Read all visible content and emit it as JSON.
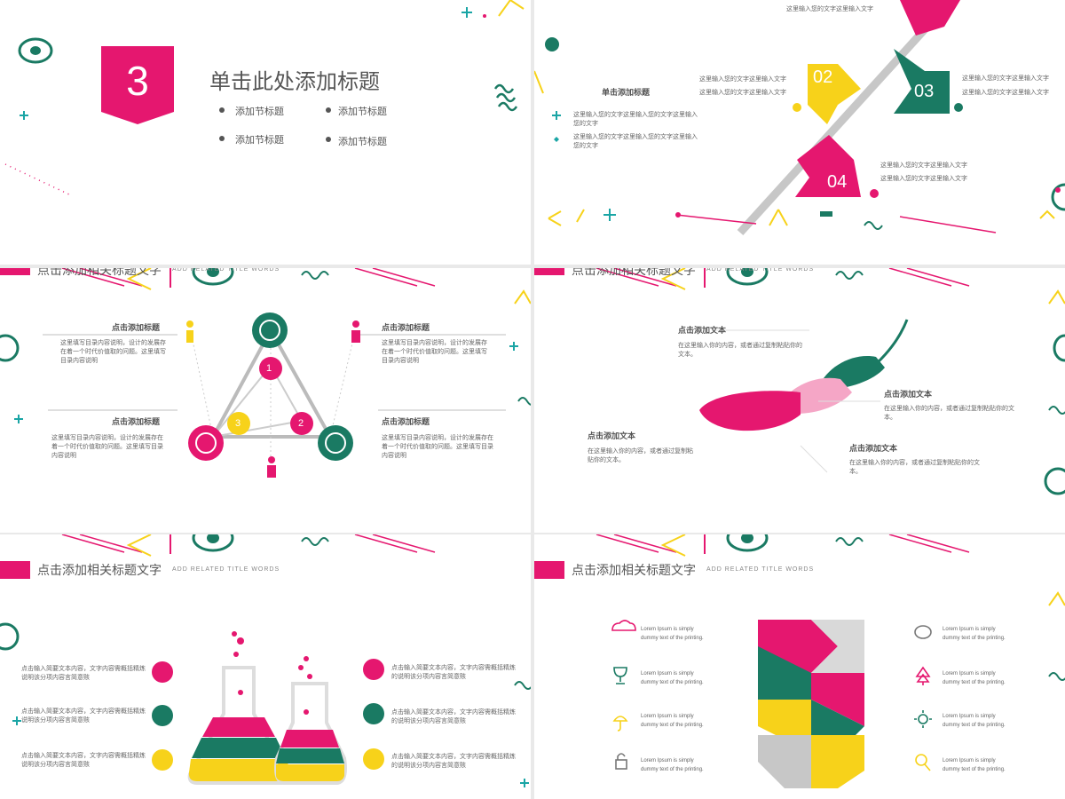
{
  "slide1": {
    "number": "3",
    "title": "单击此处添加标题",
    "bullets": [
      "添加节标题",
      "添加节标题",
      "添加节标题",
      "添加节标题"
    ]
  },
  "slide2": {
    "heading": "单击添加标题",
    "items": [
      "这里输入您的文字这里输入您的文字这里输入您的文字",
      "这里输入您的文字这里输入您的文字这里输入您的文字"
    ],
    "top_text": "这里输入您的文字这里输入文字",
    "t02a": "这里输入您的文字这里输入文字",
    "t02b": "这里输入您的文字这里输入文字",
    "t03a": "这里输入您的文字这里输入文字",
    "t03b": "这里输入您的文字这里输入文字",
    "t04a": "这里输入您的文字这里输入文字",
    "t04b": "这里输入您的文字这里输入文字",
    "labels": [
      "02",
      "03",
      "04"
    ]
  },
  "header": {
    "title": "点击添加相关标题文字",
    "subtitle": "ADD RELATED TITLE WORDS"
  },
  "slide3": {
    "blocks": [
      {
        "title": "点击添加标题",
        "body": "这里填写目录内容说明，设计的发展存在着一个时代价值取的问题。这里填写目录内容说明"
      },
      {
        "title": "点击添加标题",
        "body": "这里填写目录内容说明，设计的发展存在着一个时代价值取的问题。这里填写目录内容说明"
      },
      {
        "title": "点击添加标题",
        "body": "这里填写目录内容说明，设计的发展存在着一个时代价值取的问题。这里填写目录内容说明"
      },
      {
        "title": "点击添加标题",
        "body": "这里填写目录内容说明，设计的发展存在着一个时代价值取的问题。这里填写目录内容说明"
      }
    ],
    "nums": [
      "1",
      "2",
      "3"
    ]
  },
  "slide4": {
    "blocks": [
      {
        "title": "点击添加文本",
        "body": "在这里输入你的内容，或者通过复制粘贴你的文本。"
      },
      {
        "title": "点击添加文本",
        "body": "在这里输入你的内容，或者通过复制粘贴你的文本。"
      },
      {
        "title": "点击添加文本",
        "body": "在这里输入你的内容，或者通过复制粘贴你的文本。"
      },
      {
        "title": "点击添加文本",
        "body": "在这里输入你的内容，或者通过复制粘贴你的文本。"
      }
    ]
  },
  "slide5": {
    "left": [
      "点击输入简要文本内容，文字内容需概括精炼说明该分项内容言简意赅",
      "点击输入简要文本内容，文字内容需概括精炼说明该分项内容言简意赅",
      "点击输入简要文本内容，文字内容需概括精炼说明该分项内容言简意赅"
    ],
    "right": [
      "点击输入简要文本内容，文字内容需概括精炼的说明该分项内容言简意赅",
      "点击输入简要文本内容，文字内容需概括精炼的说明该分项内容言简意赅",
      "点击输入简要文本内容，文字内容需概括精炼的说明该分项内容言简意赅"
    ]
  },
  "slide6": {
    "items": [
      "Lorem Ipsum is simply dummy text of the printing.",
      "Lorem Ipsum is simply dummy text of the printing.",
      "Lorem Ipsum is simply dummy text of the printing.",
      "Lorem Ipsum is simply dummy text of the printing.",
      "Lorem Ipsum is simply dummy text of the printing.",
      "Lorem Ipsum is simply dummy text of the printing.",
      "Lorem Ipsum is simply dummy text of the printing.",
      "Lorem Ipsum is simply dummy text of the printing."
    ]
  },
  "colors": {
    "pink": "#e5176f",
    "green": "#1a7a63",
    "yellow": "#f7d21a",
    "gray": "#c7c7c7"
  }
}
